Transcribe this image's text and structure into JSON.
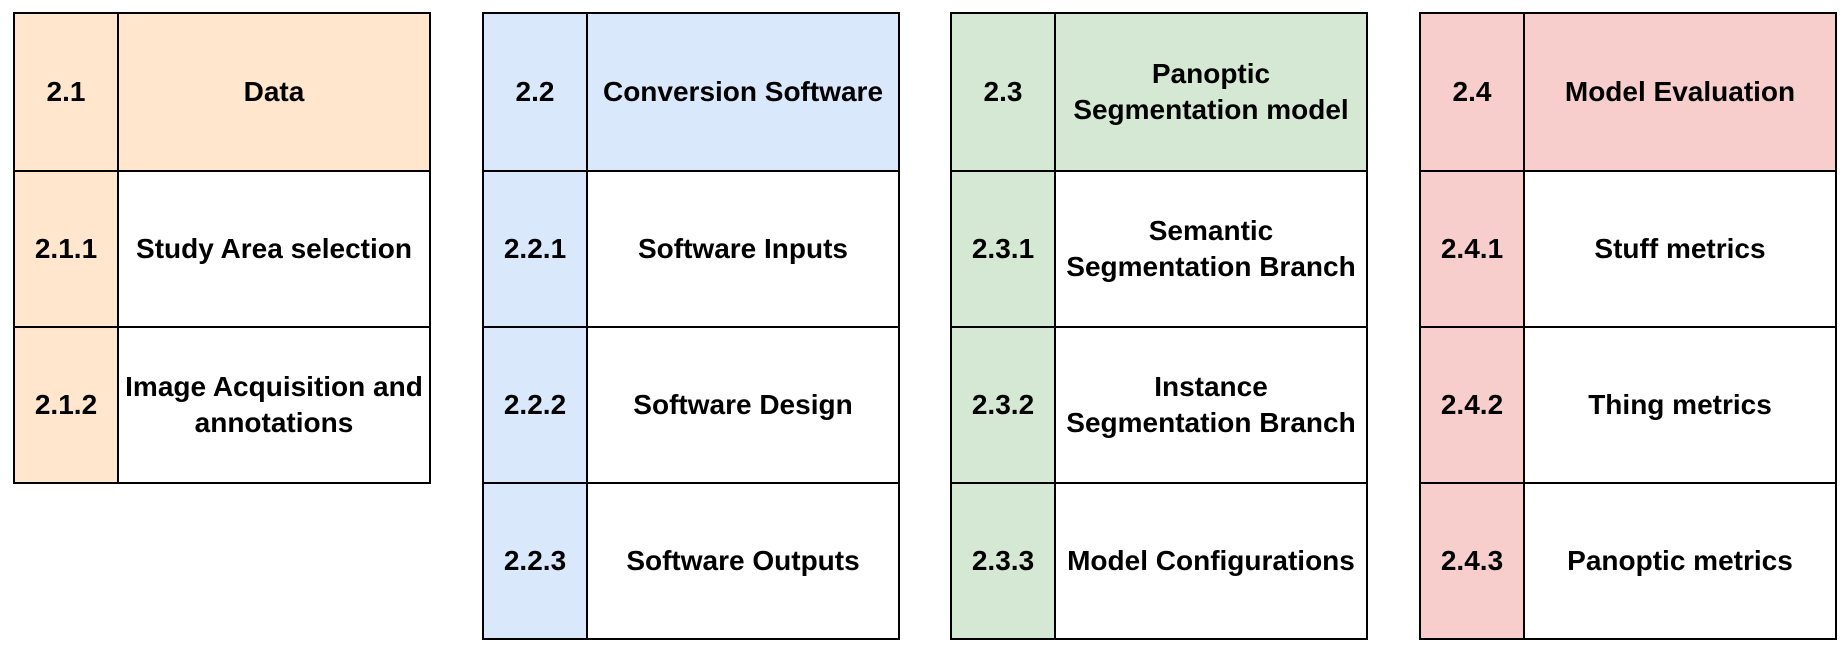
{
  "sections": [
    {
      "number": "2.1",
      "title": "Data",
      "color": "#ffe6cc",
      "items": [
        {
          "number": "2.1.1",
          "label": "Study Area selection"
        },
        {
          "number": "2.1.2",
          "label": "Image Acquisition and annotations"
        }
      ]
    },
    {
      "number": "2.2",
      "title": "Conversion Software",
      "color": "#dae8fc",
      "items": [
        {
          "number": "2.2.1",
          "label": "Software Inputs"
        },
        {
          "number": "2.2.2",
          "label": "Software Design"
        },
        {
          "number": "2.2.3",
          "label": "Software Outputs"
        }
      ]
    },
    {
      "number": "2.3",
      "title": "Panoptic Segmentation model",
      "color": "#d5e8d4",
      "items": [
        {
          "number": "2.3.1",
          "label": "Semantic Segmentation Branch"
        },
        {
          "number": "2.3.2",
          "label": "Instance Segmentation Branch"
        },
        {
          "number": "2.3.3",
          "label": "Model Configurations"
        }
      ]
    },
    {
      "number": "2.4",
      "title": "Model Evaluation",
      "color": "#f8cecc",
      "items": [
        {
          "number": "2.4.1",
          "label": "Stuff metrics"
        },
        {
          "number": "2.4.2",
          "label": "Thing metrics"
        },
        {
          "number": "2.4.3",
          "label": "Panoptic metrics"
        }
      ]
    }
  ]
}
